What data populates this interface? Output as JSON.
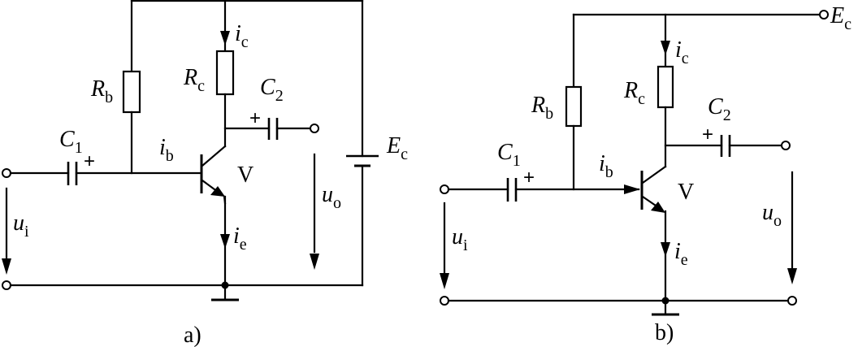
{
  "circuit_a": {
    "caption": "a)",
    "R_b": {
      "sym": "R",
      "sub": "b"
    },
    "R_c": {
      "sym": "R",
      "sub": "c"
    },
    "C_1": {
      "sym": "C",
      "sub": "1"
    },
    "C_2": {
      "sym": "C",
      "sub": "2"
    },
    "E_c": {
      "sym": "E",
      "sub": "c"
    },
    "i_c": {
      "sym": "i",
      "sub": "c"
    },
    "i_b": {
      "sym": "i",
      "sub": "b"
    },
    "i_e": {
      "sym": "i",
      "sub": "e"
    },
    "u_i": {
      "sym": "u",
      "sub": "i"
    },
    "u_o": {
      "sym": "u",
      "sub": "o"
    },
    "transistor": "V",
    "plus": "+"
  },
  "circuit_b": {
    "caption": "b)",
    "R_b": {
      "sym": "R",
      "sub": "b"
    },
    "R_c": {
      "sym": "R",
      "sub": "c"
    },
    "C_1": {
      "sym": "C",
      "sub": "1"
    },
    "C_2": {
      "sym": "C",
      "sub": "2"
    },
    "E_c": {
      "sym": "E",
      "sub": "c"
    },
    "i_c": {
      "sym": "i",
      "sub": "c"
    },
    "i_b": {
      "sym": "i",
      "sub": "b"
    },
    "i_e": {
      "sym": "i",
      "sub": "e"
    },
    "u_i": {
      "sym": "u",
      "sub": "i"
    },
    "u_o": {
      "sym": "u",
      "sub": "o"
    },
    "transistor": "V",
    "plus": "+"
  },
  "colors": {
    "ink": "#000000",
    "background": "#ffffff"
  }
}
